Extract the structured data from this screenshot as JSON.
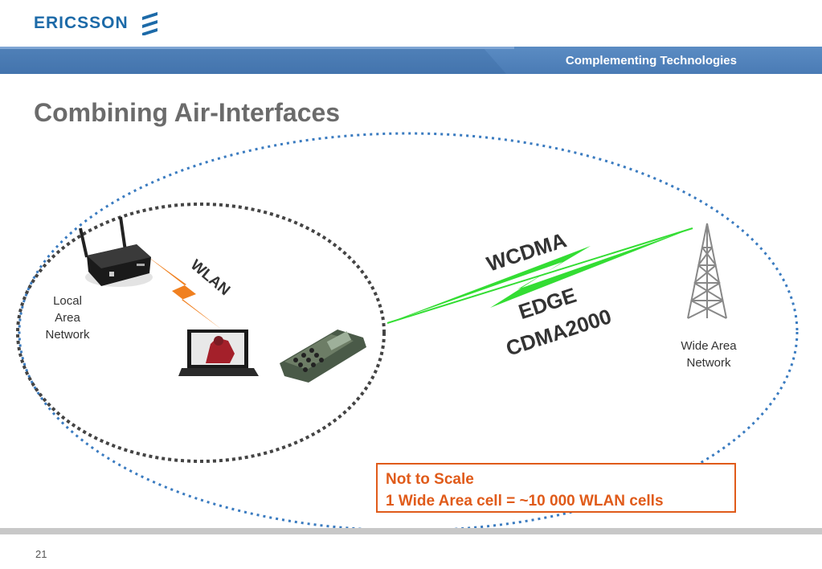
{
  "brand": {
    "logo_text": "ERICSSON",
    "color": "#1c6aa8"
  },
  "header": {
    "section_title": "Complementing Technologies",
    "bar_color": "#4a7bb5"
  },
  "slide": {
    "title": "Combining Air-Interfaces",
    "page_number": "21"
  },
  "diagram": {
    "local_network_label": "Local\nArea\nNetwork",
    "wide_network_label": "Wide Area\nNetwork",
    "wlan_label": "WLAN",
    "cellular_labels": [
      "WCDMA",
      "EDGE",
      "CDMA2000"
    ],
    "wlan_link_color": "#f08020",
    "cellular_link_color": "#33dd33",
    "outer_circle_color": "#3a7bc0",
    "inner_circle_color": "#444444",
    "icons": [
      "wireless-router-icon",
      "laptop-icon",
      "mobile-phone-icon",
      "cell-tower-icon"
    ]
  },
  "note": {
    "line1": "Not to Scale",
    "line2": "1 Wide Area cell = ~10 000 WLAN cells",
    "color": "#e05b1a"
  }
}
